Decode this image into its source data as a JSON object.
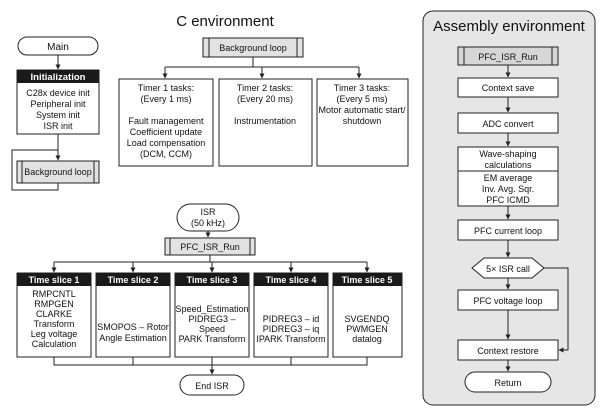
{
  "c_environment": {
    "title": "C environment",
    "main": "Main",
    "init_header": "Initialization",
    "init_lines": [
      "C28x device init",
      "Peripheral init",
      "System init",
      "ISR init"
    ],
    "background_loop_left": "Background loop",
    "background_loop_top": "Background loop",
    "timers": [
      {
        "title": "Timer 1 tasks:",
        "period": "(Every 1 ms)",
        "lines": [
          "Fault management",
          "Coefficient update",
          "Load compensation",
          "(DCM, CCM)"
        ]
      },
      {
        "title": "Timer 2 tasks:",
        "period": "(Every 20 ms)",
        "lines": [
          "Instrumentation"
        ]
      },
      {
        "title": "Timer 3 tasks:",
        "period": "(Every 5 ms)",
        "lines": [
          "Motor automatic start/",
          "shutdown"
        ]
      }
    ],
    "isr": [
      "ISR",
      "(50 kHz)"
    ],
    "pfc_isr_run": "PFC_ISR_Run",
    "time_slices": [
      {
        "title": "Time slice 1",
        "lines": [
          "RMPCNTL",
          "RMPGEN",
          "CLARKE",
          "Transform",
          "Leg voltage",
          "Calculation"
        ]
      },
      {
        "title": "Time slice 2",
        "lines": [
          "SMOPOS – Rotor",
          "Angle Estimation"
        ]
      },
      {
        "title": "Time slice 3",
        "lines": [
          "Speed_Estimation",
          "PIDREG3 –",
          "Speed",
          "PARK Transform"
        ]
      },
      {
        "title": "Time slice 4",
        "lines": [
          "PIDREG3 – id",
          "PIDREG3 – iq",
          "IPARK Transform"
        ]
      },
      {
        "title": "Time slice 5",
        "lines": [
          "SVGENDQ",
          "PWMGEN",
          "datalog"
        ]
      }
    ],
    "end_isr": "End ISR"
  },
  "assembly_environment": {
    "title": "Assembly environment",
    "pfc_isr_run": "PFC_ISR_Run",
    "context_save": "Context save",
    "adc_convert": "ADC convert",
    "wave_shaping": [
      "Wave-shaping",
      "calculations"
    ],
    "em_block": [
      "EM average",
      "Inv. Avg. Sqr.",
      "PFC ICMD"
    ],
    "pfc_current_loop": "PFC current loop",
    "isr_call": "5× ISR call",
    "pfc_voltage_loop": "PFC voltage loop",
    "context_restore": "Context restore",
    "return": "Return"
  },
  "colors": {
    "header_fill": "#1a1a1a",
    "panel_fill": "#e6e6e6",
    "sub_fill": "#d6d6d6",
    "line": "#222222"
  }
}
